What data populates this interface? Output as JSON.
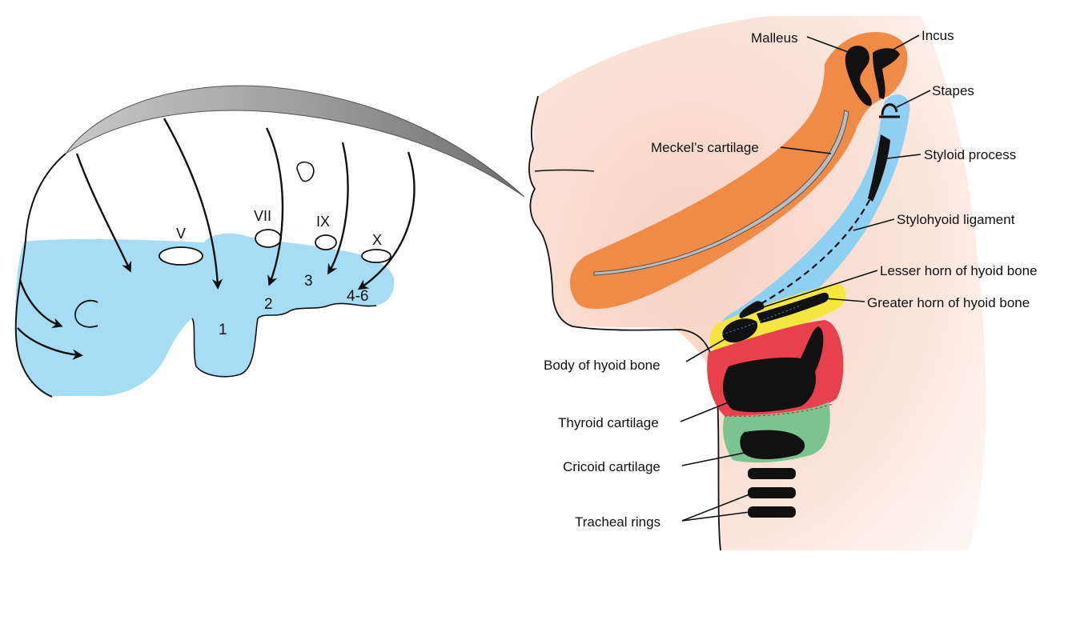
{
  "embryo": {
    "nerves": [
      "V",
      "VII",
      "IX",
      "X"
    ],
    "arches": [
      "1",
      "2",
      "3",
      "4-6"
    ],
    "credit": ""
  },
  "adult": {
    "labels": {
      "malleus": "Malleus",
      "incus": "Incus",
      "stapes": "Stapes",
      "meckel": "Meckel’s cartilage",
      "styloid": "Styloid process",
      "stylohyoid": "Stylohyoid ligament",
      "lesser_horn": "Lesser horn of hyoid bone",
      "greater_horn": "Greater horn of hyoid bone",
      "body_hyoid": "Body of hyoid bone",
      "thyroid": "Thyroid cartilage",
      "cricoid": "Cricoid cartilage",
      "tracheal": "Tracheal rings"
    }
  },
  "colors": {
    "arch1": "#f08a47",
    "arch2": "#8fd0f2",
    "arch3": "#f5e642",
    "arch4": "#e9404e",
    "arch6": "#7cc48f",
    "embryo_fill": "#a7dcf5",
    "skin": "#fbe3d9",
    "neural_crest": "#a6a6a6"
  }
}
